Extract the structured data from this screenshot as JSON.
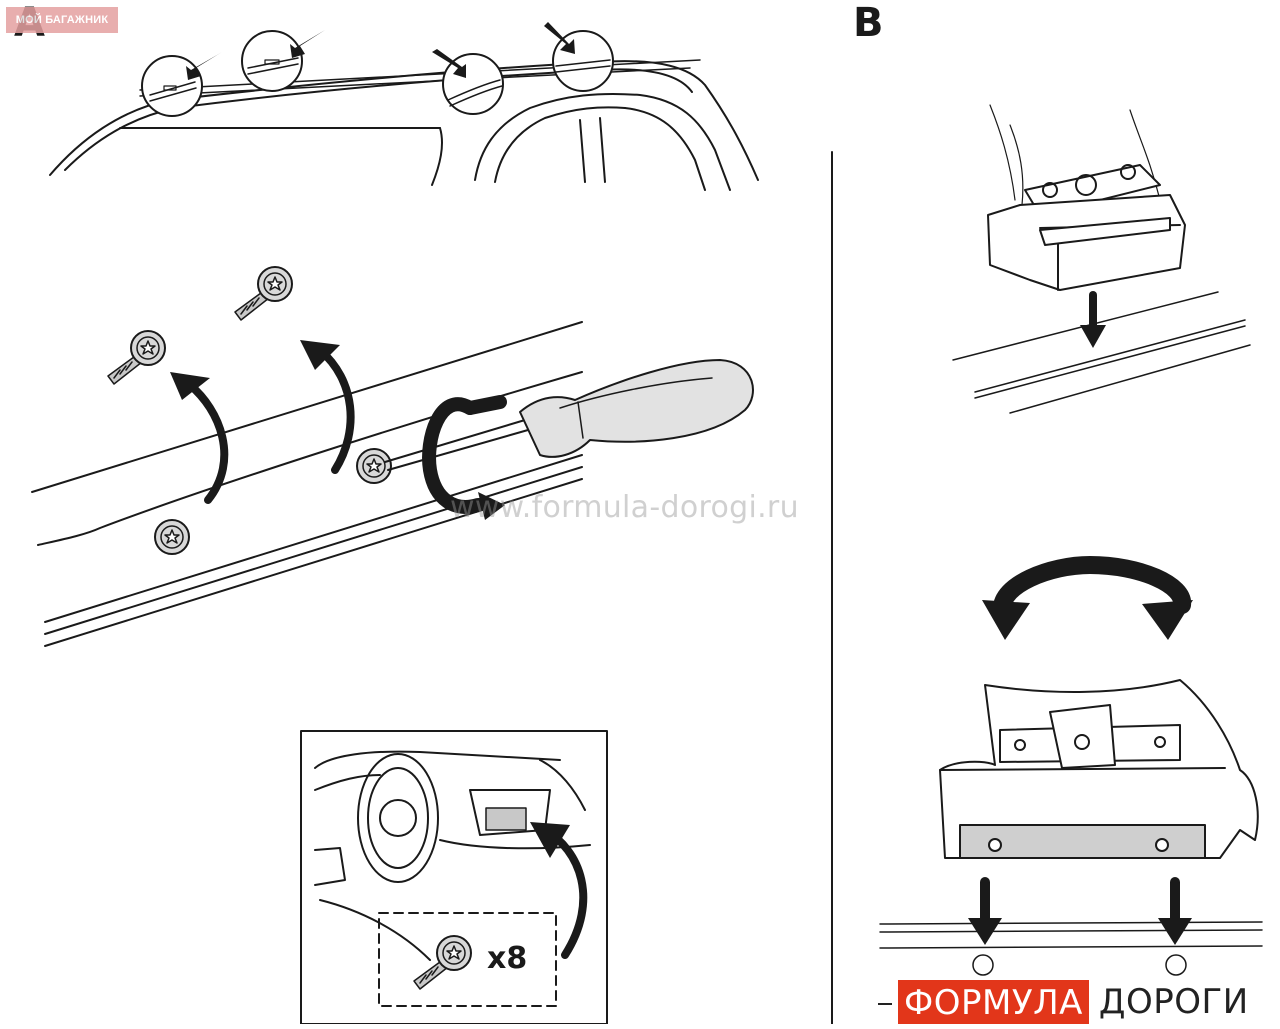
{
  "badge_text": "МОЙ БАГАЖНИК",
  "panels": {
    "a_label": "A",
    "b_label": "B"
  },
  "inset": {
    "quantity": "x8"
  },
  "watermark": "www.formula-dorogi.ru",
  "logo": {
    "part1": "ФОРМУЛА",
    "part2": "ДОРОГИ"
  },
  "colors": {
    "line": "#1a1a1a",
    "screw_fill": "#d8d8d8",
    "logo_red": "#e2361a",
    "badge": "#e5a0a0"
  }
}
